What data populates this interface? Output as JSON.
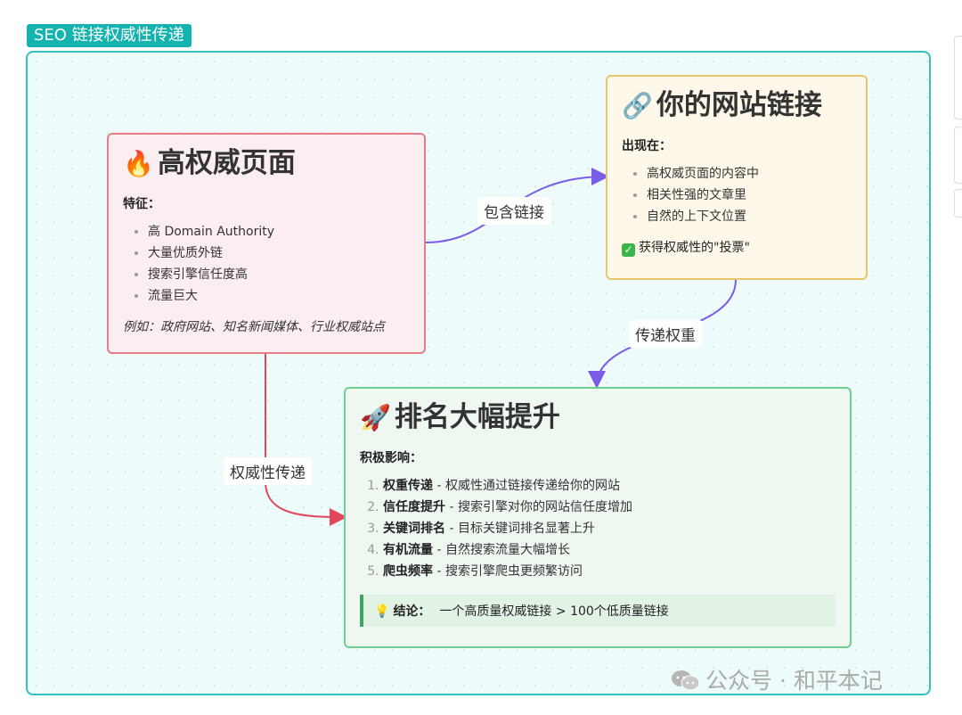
{
  "title": "SEO 链接权威性传递",
  "nodes": {
    "high": {
      "emoji": "🔥",
      "title": "高权威页面",
      "subtitle": "特征：",
      "items": [
        "高 Domain Authority",
        "大量优质外链",
        "搜索引擎信任度高",
        "流量巨大"
      ],
      "example": "例如：政府网站、知名新闻媒体、行业权威站点"
    },
    "yours": {
      "emoji": "🔗",
      "title": "你的网站链接",
      "subtitle": "出现在：",
      "items": [
        "高权威页面的内容中",
        "相关性强的文章里",
        "自然的上下文位置"
      ],
      "vote": "获得权威性的\"投票\"",
      "vote_icon": "✓"
    },
    "rank": {
      "emoji": "🚀",
      "title": "排名大幅提升",
      "subtitle": "积极影响：",
      "items": [
        {
          "bold": "权重传递",
          "text": " - 权威性通过链接传递给你的网站"
        },
        {
          "bold": "信任度提升",
          "text": " - 搜索引擎对你的网站信任度增加"
        },
        {
          "bold": "关键词排名",
          "text": " - 目标关键词排名显著上升"
        },
        {
          "bold": "有机流量",
          "text": " - 自然搜索流量大幅增长"
        },
        {
          "bold": "爬虫频率",
          "text": " - 搜索引擎爬虫更频繁访问"
        }
      ],
      "conclusion_icon": "💡",
      "conclusion_label": "结论：",
      "conclusion_text": "一个高质量权威链接 > 100个低质量链接"
    }
  },
  "edges": {
    "contain": "包含链接",
    "transfer": "传递权重",
    "authority": "权威性传递"
  },
  "watermark": "公众号 · 和平本记",
  "colors": {
    "teal": "#15b3b0",
    "red": "#e0475a",
    "purple": "#7a5ce6",
    "green": "#3aa65e"
  }
}
